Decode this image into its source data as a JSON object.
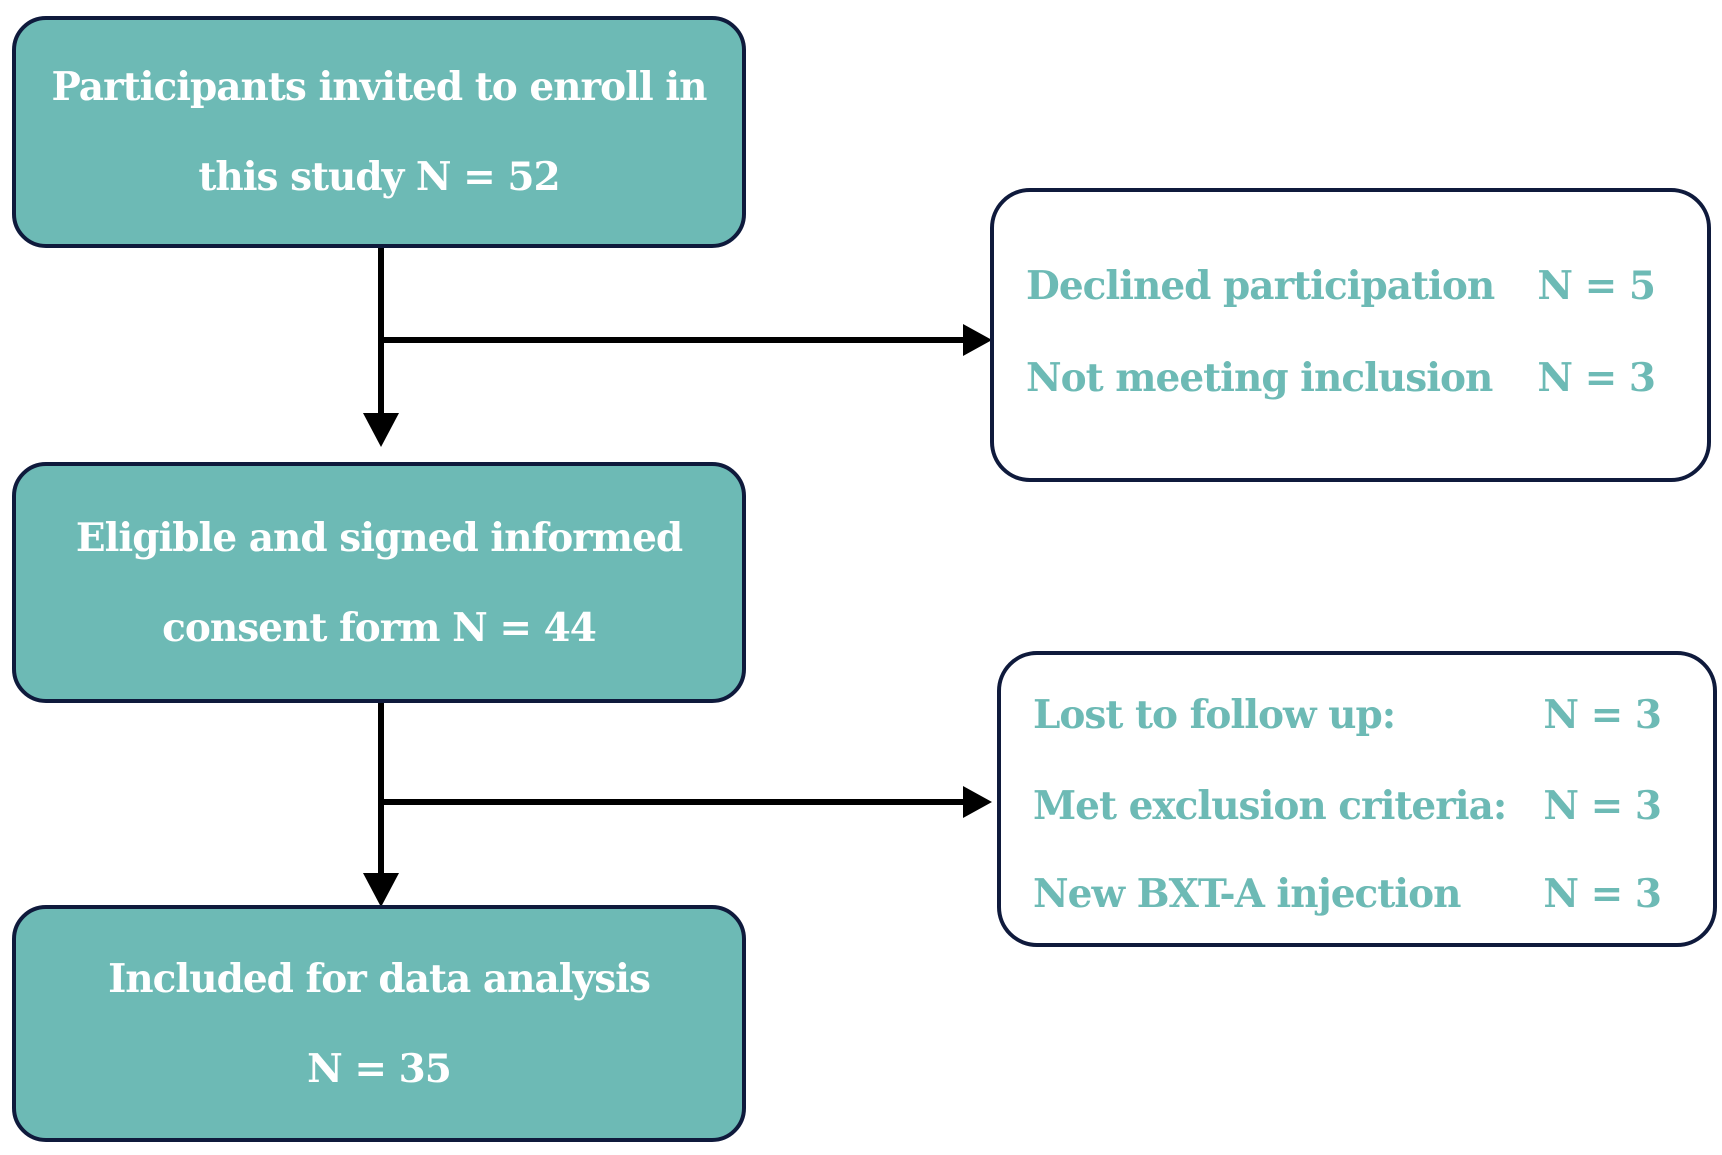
{
  "flow": {
    "box1": {
      "line1": "Participants invited to enroll in",
      "line2": "this study N = 52"
    },
    "box2": {
      "line1": "Eligible and signed informed",
      "line2": "consent form N = 44"
    },
    "box3": {
      "line1": "Included for data analysis",
      "line2": "N = 35"
    }
  },
  "exclusions1": [
    {
      "label": "Declined participation",
      "count": "N = 5"
    },
    {
      "label": "Not meeting inclusion",
      "count": "N = 3"
    }
  ],
  "exclusions2": [
    {
      "label": "Lost to follow up:",
      "count": "N = 3"
    },
    {
      "label": "Met exclusion criteria:",
      "count": "N = 3"
    },
    {
      "label": "New BXT-A injection",
      "count": "N = 3"
    }
  ],
  "colors": {
    "box_fill": "#6dbab5",
    "border": "#0f1a3c",
    "arrow": "#000000",
    "side_text": "#6dbab5"
  }
}
